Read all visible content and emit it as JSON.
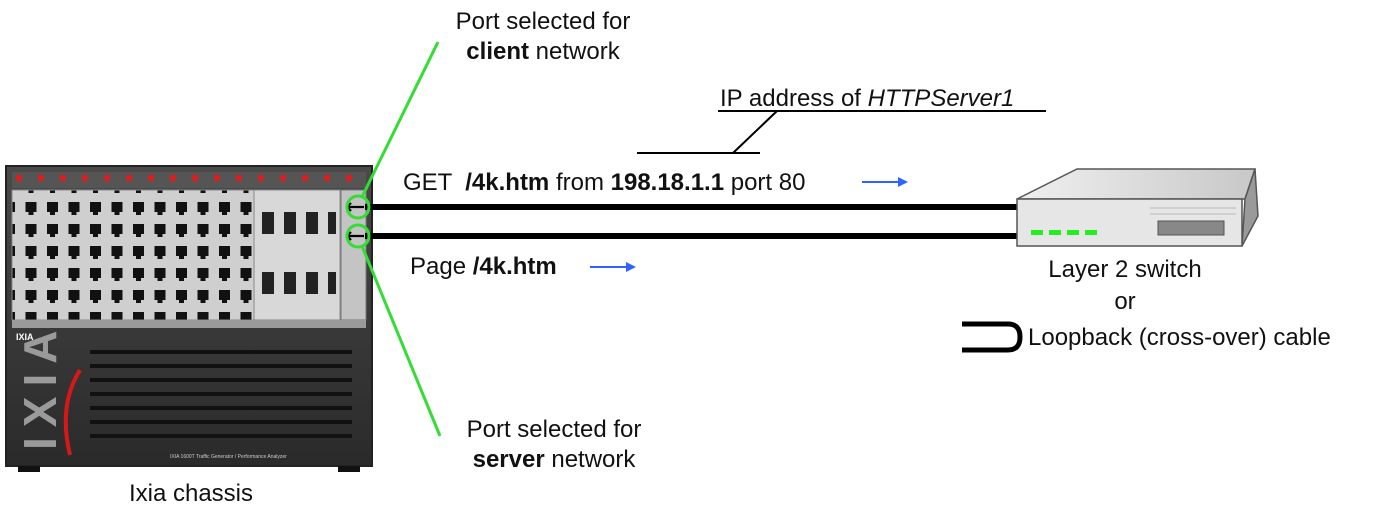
{
  "labels": {
    "client_port": {
      "line1": "Port selected for",
      "bold": "client",
      "rest": " network"
    },
    "server_port": {
      "line1": "Port selected for",
      "bold": "server",
      "rest": " network"
    },
    "ip_address": {
      "prefix": "IP address of ",
      "italic": "HTTPServer1"
    },
    "get_request": {
      "verb": "GET ",
      "path": "/4k.htm",
      "from": " from ",
      "ip": "198.18.1.1",
      "port": " port 80"
    },
    "page_response": {
      "prefix": "Page ",
      "path": "/4k.htm"
    },
    "switch": {
      "line1": "Layer 2 switch",
      "line2": "or",
      "loopback": "Loopback (cross-over) cable"
    },
    "chassis": "Ixia chassis"
  },
  "chassis_branding": {
    "logo": "IXIA",
    "side_text": "IXIA",
    "footer": "IXIA 1600T Traffic Generator / Performance Analyzer"
  },
  "colors": {
    "green_callout": "#33dd33",
    "blue_arrow": "#2f63ff",
    "cable": "#000000",
    "switch_led": "#22ee22"
  }
}
